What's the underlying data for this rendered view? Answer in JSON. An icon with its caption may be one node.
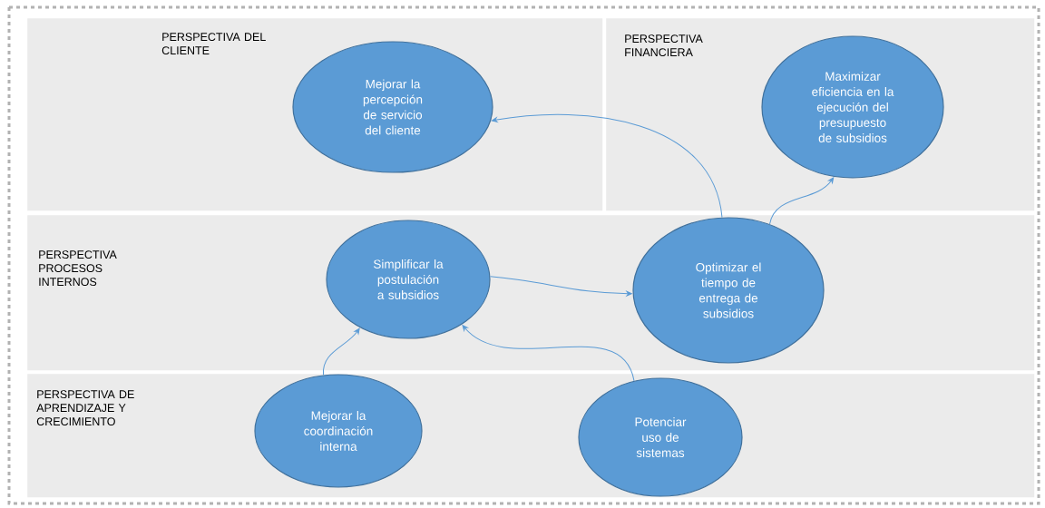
{
  "diagram": {
    "nodes": [
      {
        "text": [
          "PERSPECTIVA DEL CLIENTE"
        ]
      },
      {
        "text": [
          "Mejorar la percepción de servicio del cliente"
        ],
        "in": 0
      },
      {
        "text": [
          "PERSPECTIVA FINANCIERA"
        ]
      },
      {
        "text": [
          "Maximizar eficiencia en la ejecución del presupuesto de subsidios"
        ],
        "in": 2
      },
      {
        "text": [
          "PERSPECTIVA PROCESOS INTERNOS"
        ]
      },
      {
        "text": [
          "Simplificar la postulación a subsidios"
        ],
        "in": 4
      },
      {
        "text": [
          "Optimizar el tiempo de entrega de subsidios"
        ],
        "in": 4
      },
      {
        "text": [
          "PERSPECTIVA DE APRENDIZAJE Y CRECIMIENTO"
        ]
      },
      {
        "text": [
          "Mejorar la coordinación interna"
        ],
        "in": 7
      },
      {
        "text": [
          "Potenciar uso de sistemas"
        ],
        "in": 7
      }
    ],
    "edges": [
      {
        "from": 6,
        "to": 1,
        "arrow": "to"
      },
      {
        "from": 6,
        "to": 3,
        "arrow": "to"
      },
      {
        "from": 5,
        "to": 6,
        "arrow": "to"
      },
      {
        "from": 8,
        "to": 5,
        "arrow": "to"
      },
      {
        "from": 9,
        "to": 5,
        "arrow": "to"
      }
    ]
  }
}
